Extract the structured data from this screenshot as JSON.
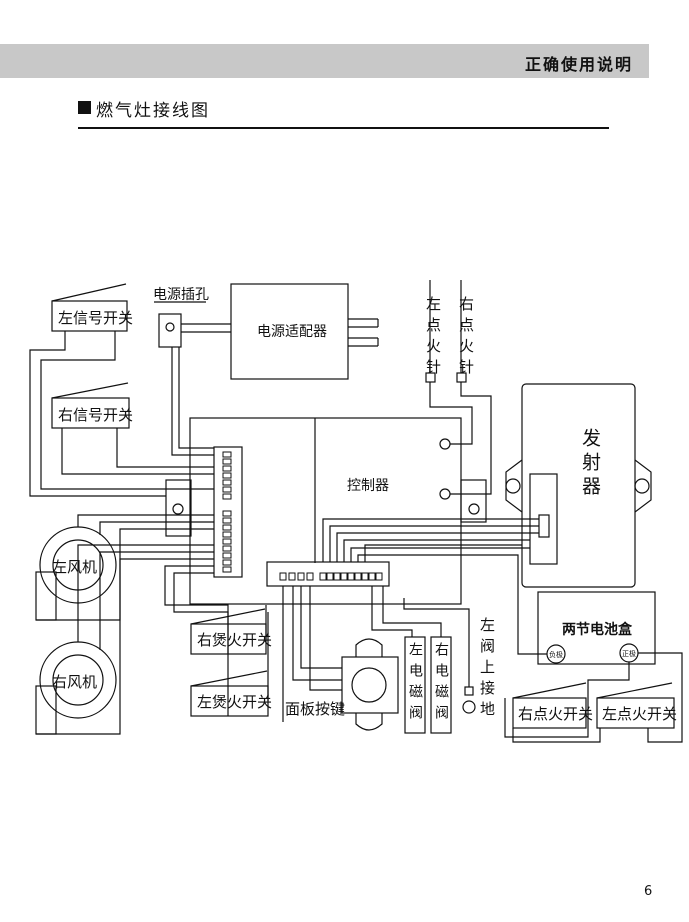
{
  "header": {
    "title": "正确使用说明"
  },
  "section": {
    "title": "燃气灶接线图"
  },
  "page_number": "6",
  "labels": {
    "left_signal_switch": "左信号开关",
    "right_signal_switch": "右信号开关",
    "power_socket": "电源插孔",
    "power_adapter": "电源适配器",
    "left_ignition_needle": "左点火针",
    "right_ignition_needle": "右点火针",
    "transmitter": "发射器",
    "controller": "控制器",
    "left_fan": "左风机",
    "right_fan": "右风机",
    "right_simmer_switch": "右煲火开关",
    "left_simmer_switch": "左煲火开关",
    "panel_button": "面板按键",
    "left_solenoid_valve": "左电磁阀",
    "right_solenoid_valve": "右电磁阀",
    "left_valve_ground": "左阀上接地",
    "battery_box": "两节电池盒",
    "negative": "负极",
    "positive": "正极",
    "right_ignition_switch": "右点火开关",
    "left_ignition_switch": "左点火开关"
  }
}
